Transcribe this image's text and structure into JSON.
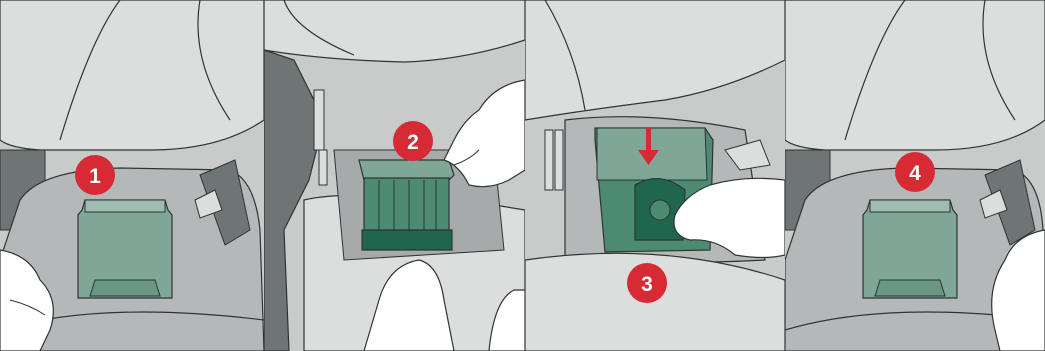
{
  "steps": [
    {
      "number": "1"
    },
    {
      "number": "2"
    },
    {
      "number": "3"
    },
    {
      "number": "4"
    }
  ],
  "colors": {
    "background": "#c9cbcb",
    "surface_light": "#dcdede",
    "surface_dark": "#a7aaaa",
    "outline": "#2e3434",
    "filter_light": "#7fa696",
    "filter_mid": "#4d8a72",
    "filter_dark": "#20664e",
    "badge": "#d62a35",
    "hand": "#ffffff",
    "arrow": "#d62a35"
  },
  "icons": [
    "step-badge",
    "down-arrow-icon",
    "hand-illustration",
    "filter-cassette"
  ]
}
